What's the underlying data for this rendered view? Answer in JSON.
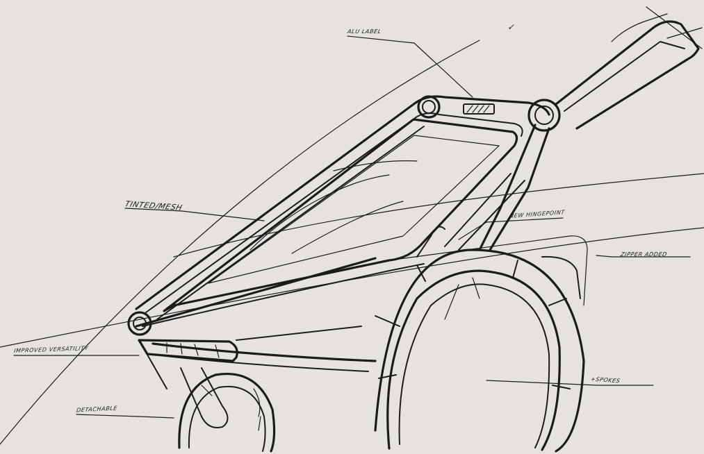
{
  "annotations": {
    "alu_label": "ALU LABEL",
    "tinted_mesh": "TINTED/MESH",
    "new_hinge_point": "NEW HINGEPOINT",
    "zipper_added": "ZIPPER ADDED",
    "improved_versatility": "IMPROVED VERSATILITY",
    "spokes": "+SPOKES",
    "detachable": "DETACHABLE",
    "check_mark": "✓"
  },
  "colors": {
    "paper": "#e6e3de",
    "ink": "#1b1b1b"
  }
}
